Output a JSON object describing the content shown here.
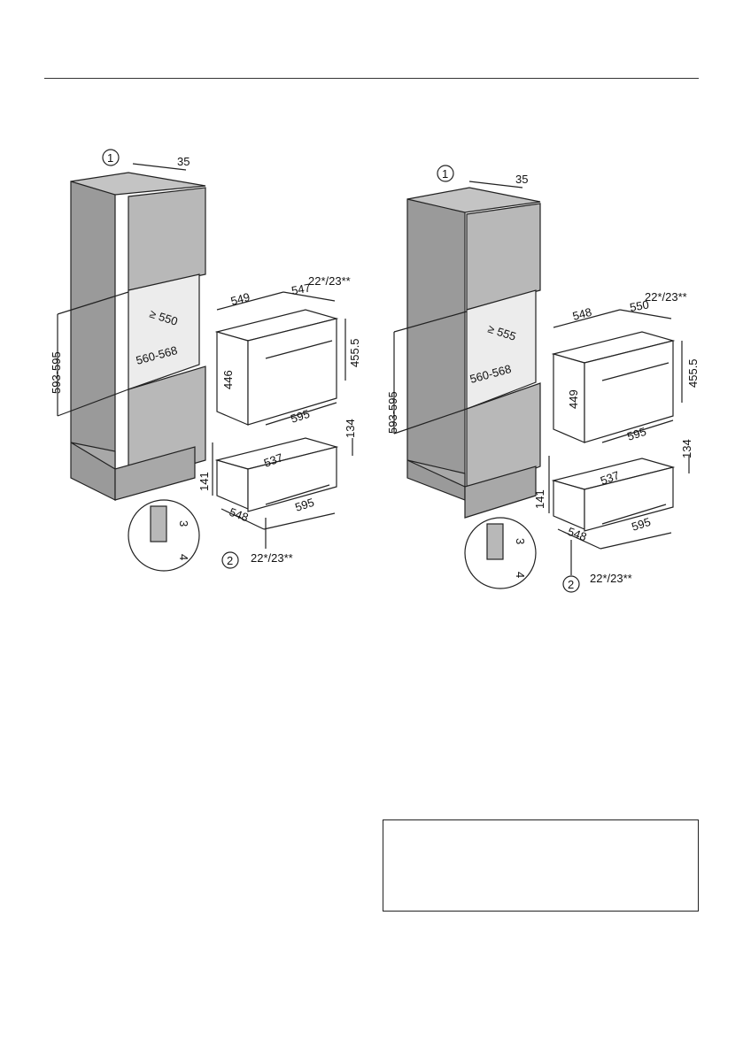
{
  "figure_left": {
    "callout_1": "1",
    "callout_2": "2",
    "dims": {
      "top_gap": "35",
      "niche_height": "593-595",
      "niche_depth": "≥ 550",
      "niche_width": "560-568",
      "oven_depth": "549",
      "oven_body_depth": "547",
      "oven_front": "22*/23**",
      "oven_height_inner": "446",
      "oven_height": "455.5",
      "oven_width": "595",
      "drawer_inner_width": "537",
      "drawer_height_total": "141",
      "drawer_height": "134",
      "drawer_depth": "548",
      "drawer_width": "595",
      "drawer_front": "22*/23**",
      "detail_a": "3",
      "detail_b": "4"
    }
  },
  "figure_right": {
    "callout_1": "1",
    "callout_2": "2",
    "dims": {
      "top_gap": "35",
      "niche_height": "593-595",
      "niche_depth": "≥ 555",
      "niche_width": "560-568",
      "oven_depth": "548",
      "oven_body_depth": "550",
      "oven_front": "22*/23**",
      "oven_height_inner": "449",
      "oven_height": "455.5",
      "oven_width": "595",
      "drawer_inner_width": "537",
      "drawer_height_total": "141",
      "drawer_height": "134",
      "drawer_depth": "548",
      "drawer_width": "595",
      "drawer_front": "22*/23**",
      "detail_a": "3",
      "detail_b": "4"
    }
  },
  "colors": {
    "cabinet": "#b8b8b8",
    "cabinet_dark": "#9a9a9a",
    "appliance": "#ffffff",
    "line": "#222222"
  }
}
